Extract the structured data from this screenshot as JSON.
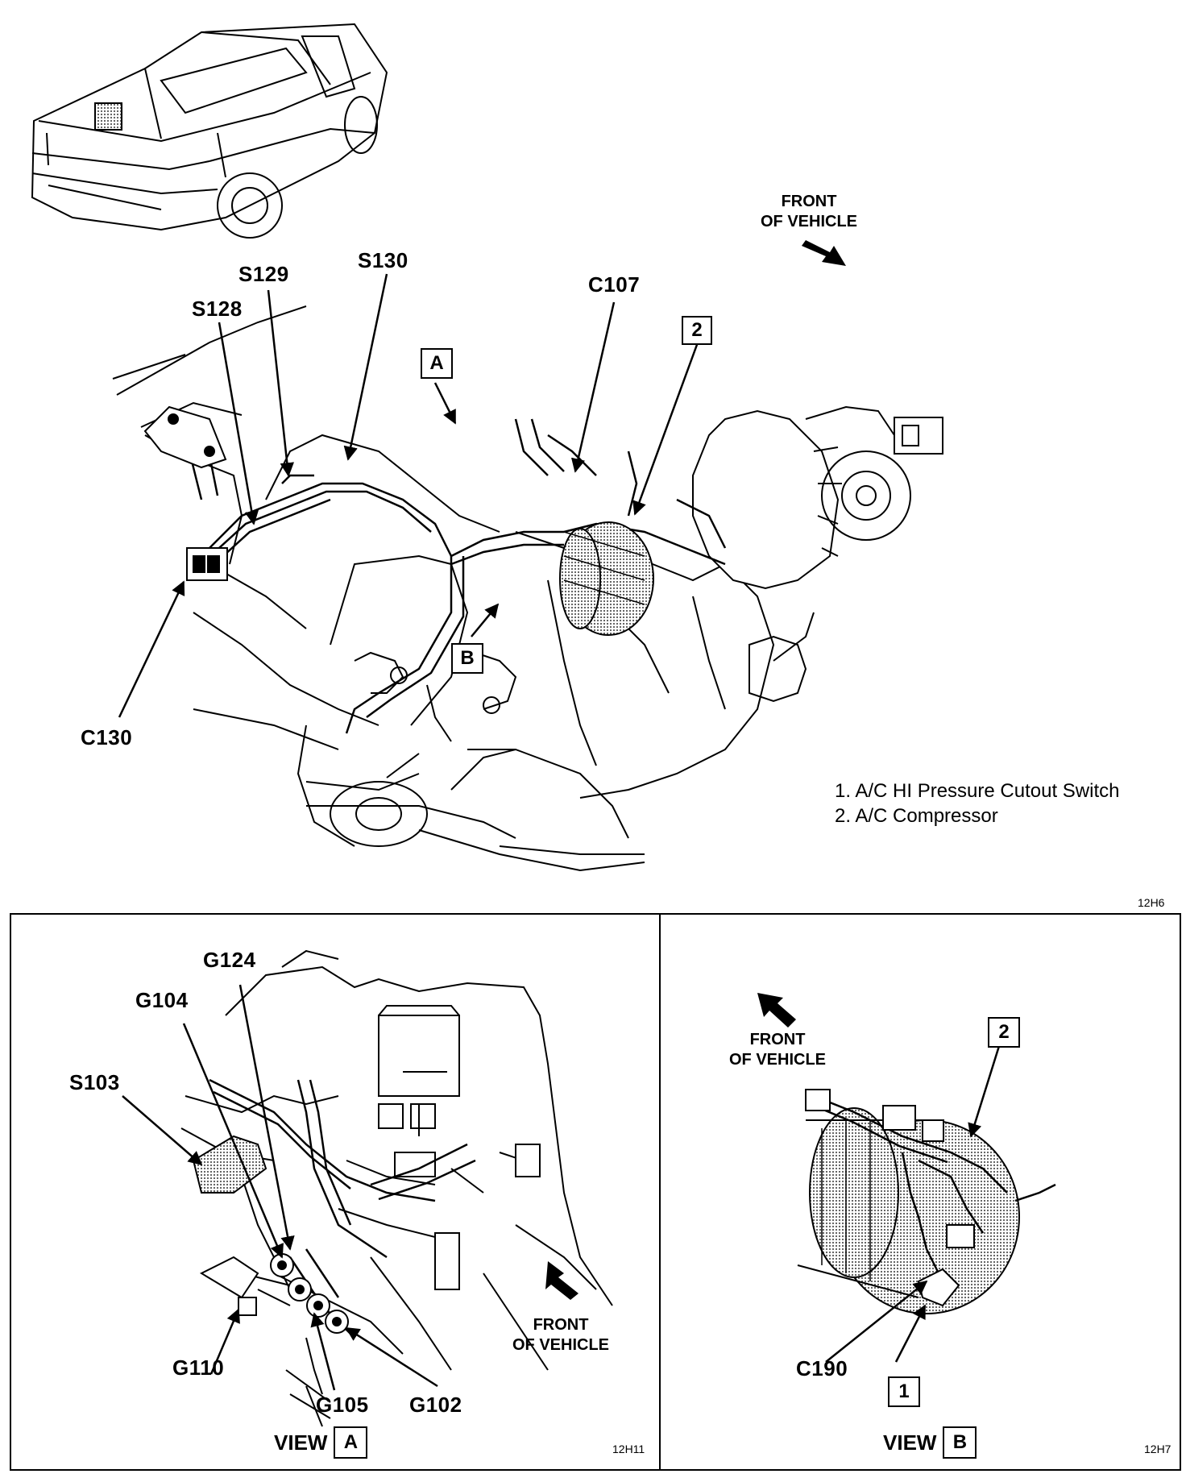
{
  "top": {
    "front_label_1": "FRONT",
    "front_label_2": "OF VEHICLE",
    "labels": {
      "s128": "S128",
      "s129": "S129",
      "s130": "S130",
      "c107": "C107",
      "c130": "C130",
      "callout_a": "A",
      "callout_b": "B",
      "callout_2": "2"
    },
    "legend": [
      "1.  A/C HI Pressure Cutout Switch",
      "2.  A/C Compressor"
    ],
    "code": "12H6"
  },
  "view_a": {
    "labels": {
      "g124": "G124",
      "g104": "G104",
      "s103": "S103",
      "g110": "G110",
      "g105": "G105",
      "g102": "G102"
    },
    "front_label_1": "FRONT",
    "front_label_2": "OF VEHICLE",
    "view_word": "VIEW",
    "view_letter": "A",
    "code": "12H11"
  },
  "view_b": {
    "front_label_1": "FRONT",
    "front_label_2": "OF VEHICLE",
    "labels": {
      "c190": "C190",
      "callout_2": "2",
      "callout_1": "1"
    },
    "view_word": "VIEW",
    "view_letter": "B",
    "code": "12H7"
  }
}
